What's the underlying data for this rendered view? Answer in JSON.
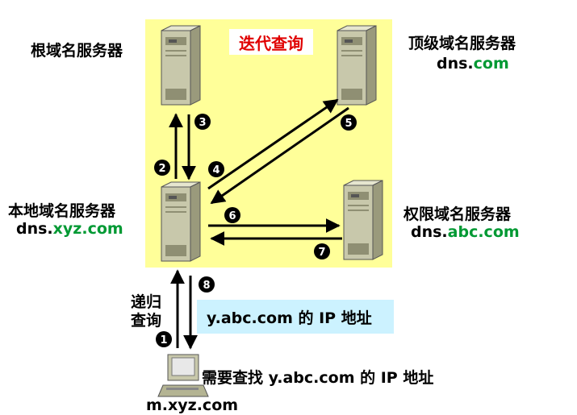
{
  "title": "迭代查询",
  "servers": {
    "root": {
      "label": "根域名服务器"
    },
    "tld": {
      "label": "顶级域名服务器",
      "name_prefix": "dns.",
      "name_suffix": "com"
    },
    "local": {
      "label": "本地域名服务器",
      "name_prefix": "dns.",
      "name_suffix": "xyz.com"
    },
    "auth": {
      "label": "权限域名服务器",
      "name_prefix": "dns.",
      "name_suffix": "abc.com"
    }
  },
  "client": {
    "name": "m.xyz.com",
    "request": "需要查找 y.abc.com 的 IP 地址"
  },
  "recursive_label_1": "递归",
  "recursive_label_2": "查询",
  "answer_box": "y.abc.com 的 IP 地址",
  "steps": [
    "1",
    "2",
    "3",
    "4",
    "5",
    "6",
    "7",
    "8"
  ],
  "colors": {
    "background_area": "#ffff99",
    "title": "#e00000",
    "domain_highlight": "#009933",
    "answer_box": "#ccf2ff"
  }
}
